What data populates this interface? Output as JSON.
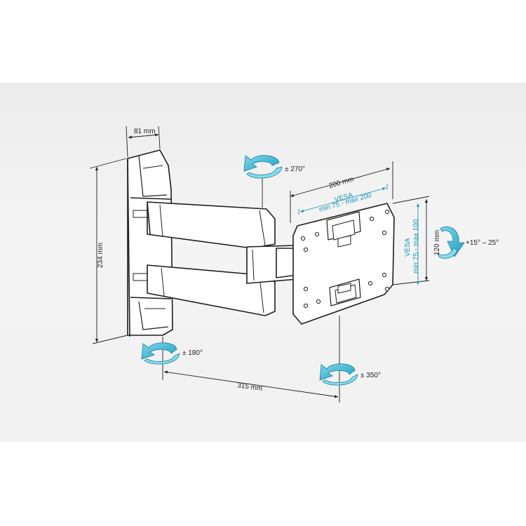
{
  "dimensions": {
    "depth_top": "81 mm",
    "height_left": "234 mm",
    "width_top": "200 mm",
    "height_right": "120 mm",
    "extension_bottom": "315 mm"
  },
  "vesa": {
    "horizontal_title": "VESA",
    "horizontal_range": "min 75 - max 200",
    "vertical_title": "VESA",
    "vertical_range": "min 75 - max 100"
  },
  "rotations": {
    "top": "± 270°",
    "tilt": "+15° – 25°",
    "bottom_left": "± 180°",
    "bottom_right": "± 350°"
  },
  "colors": {
    "accent": "#27a9c9",
    "accent_dark": "#1a7f99",
    "line": "#1e1e1e",
    "background": "#f0f0f0"
  }
}
